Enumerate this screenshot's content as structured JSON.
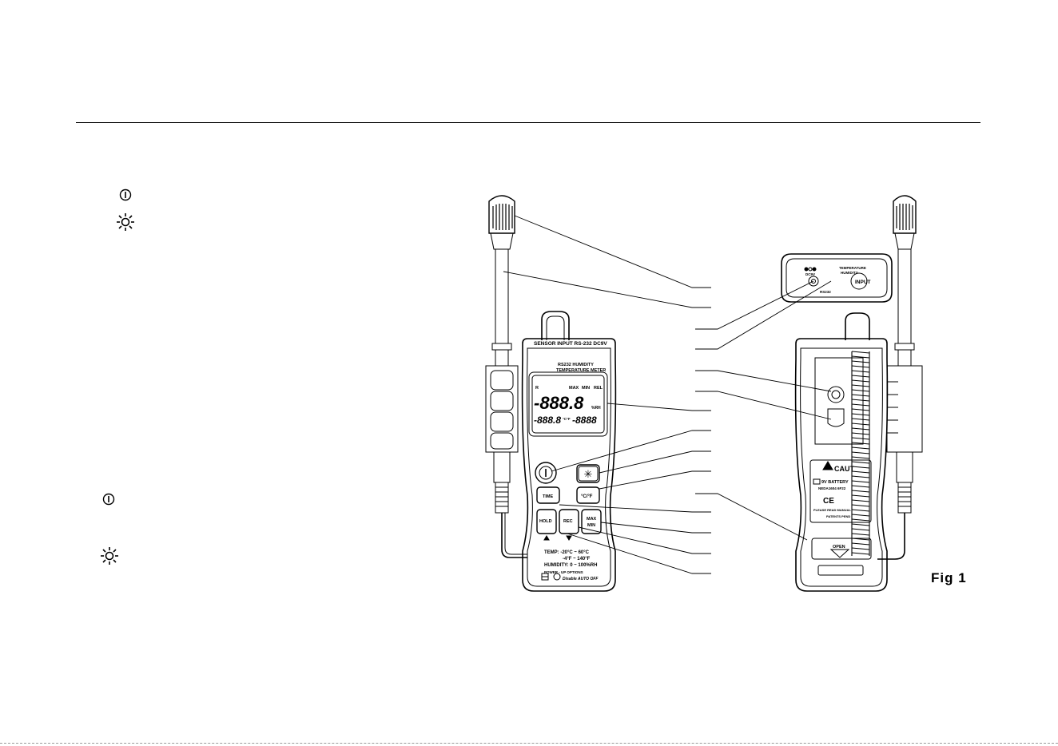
{
  "figure": {
    "label": "Fig  1"
  },
  "front_panel": {
    "top_label": "SENSOR INPUT   RS-232  DC9V",
    "model_line1": "RS232   HUMIDITY",
    "model_line2": "TEMPERATURE  METER",
    "lcd": {
      "flags": [
        "R",
        "MAX",
        "MIN",
        "REL"
      ],
      "main_digits": "-888.8",
      "main_unit": "%RH",
      "sub_digits_left": "-888.8",
      "sub_unit_left": "°C°F",
      "sub_digits_right": "-8888"
    },
    "buttons": {
      "time": "TIME",
      "unit": "°C/°F",
      "hold": "HOLD",
      "rec": "REC",
      "max": "MAX",
      "min": "MIN"
    },
    "specs": {
      "temp": "TEMP: -20°C ~ 60°C",
      "temp_f": "-4°F ~ 140°F",
      "humidity": "HUMIDITY: 0 ~ 100%RH",
      "power_up": "POWER - UP  OPTIONS",
      "auto_off": "Disable  AUTO OFF"
    }
  },
  "back_panel": {
    "connector": {
      "dc": "DC9V",
      "rs232": "RS232",
      "temp": "TEMPERATURE",
      "hum": "HUMIDITY",
      "input": "INPUT"
    },
    "caution": "CAUT",
    "battery": "9V BATTERY",
    "battery_type": "NEDA1604 6F22",
    "ce": "CE",
    "manual": "PLEASE READ MANUAL",
    "patents": "PATENTS PEND",
    "open": "OPEN"
  },
  "icons": [
    "power-icon",
    "backlight-icon"
  ]
}
